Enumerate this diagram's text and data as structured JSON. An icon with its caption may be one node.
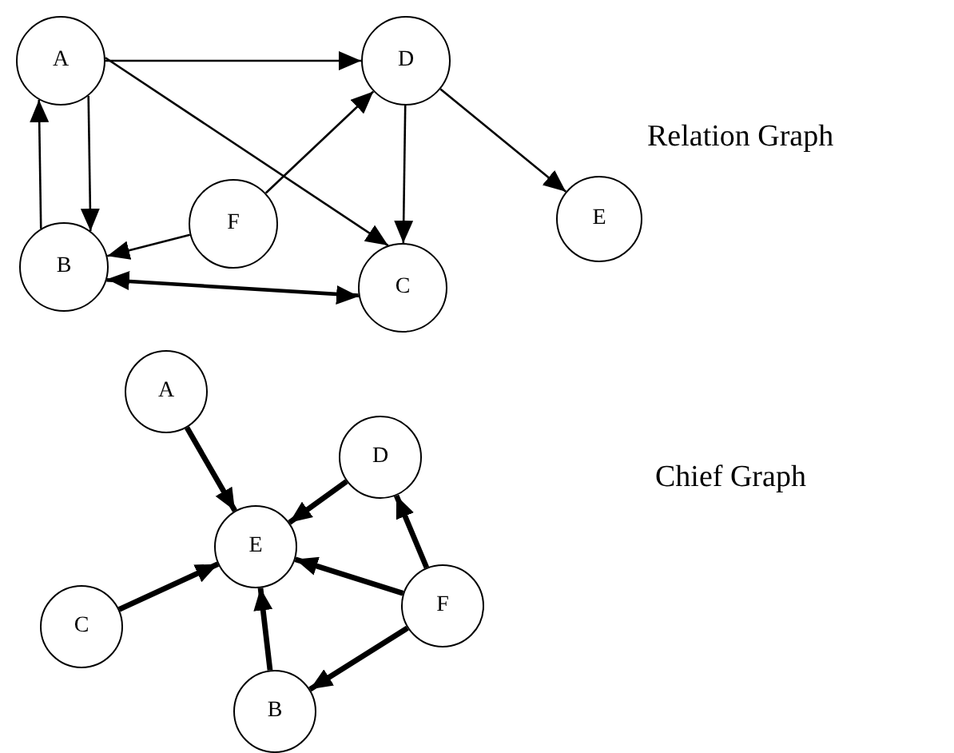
{
  "diagram": {
    "nodes": [
      {
        "text": [
          "A"
        ]
      },
      {
        "text": [
          "D"
        ]
      },
      {
        "text": [
          "E"
        ]
      },
      {
        "text": [
          "F"
        ]
      },
      {
        "text": [
          "B"
        ]
      },
      {
        "text": [
          "C"
        ]
      },
      {
        "text": [
          "A"
        ]
      },
      {
        "text": [
          "D"
        ]
      },
      {
        "text": [
          "E"
        ]
      },
      {
        "text": [
          "C"
        ]
      },
      {
        "text": [
          "F"
        ]
      },
      {
        "text": [
          "B"
        ]
      }
    ],
    "edges": [
      {
        "from": 0,
        "to": 1,
        "arrow": "to"
      },
      {
        "from": 0,
        "to": 4,
        "arrow": "to"
      },
      {
        "from": 4,
        "to": 0,
        "arrow": "to"
      },
      {
        "from": 0,
        "to": 5,
        "arrow": "to"
      },
      {
        "from": 1,
        "to": 2,
        "arrow": "to"
      },
      {
        "from": 1,
        "to": 5,
        "arrow": "to"
      },
      {
        "from": 3,
        "to": 1,
        "arrow": "to"
      },
      {
        "from": 3,
        "to": 4,
        "arrow": "to"
      },
      {
        "from": 4,
        "to": 5,
        "arrow": "to"
      },
      {
        "from": 5,
        "to": 4,
        "arrow": "to"
      },
      {
        "from": 6,
        "to": 8,
        "arrow": "to",
        "style": "thick"
      },
      {
        "from": 7,
        "to": 8,
        "arrow": "to",
        "style": "thick"
      },
      {
        "from": 9,
        "to": 8,
        "arrow": "to",
        "style": "thick"
      },
      {
        "from": 10,
        "to": 8,
        "arrow": "to",
        "style": "thick"
      },
      {
        "from": 10,
        "to": 7,
        "arrow": "to",
        "style": "thick"
      },
      {
        "from": 10,
        "to": 11,
        "arrow": "to",
        "style": "thick"
      },
      {
        "from": 11,
        "to": 8,
        "arrow": "to",
        "style": "thick"
      }
    ],
    "labels": [
      "Relation Graph",
      "Chief Graph"
    ]
  }
}
